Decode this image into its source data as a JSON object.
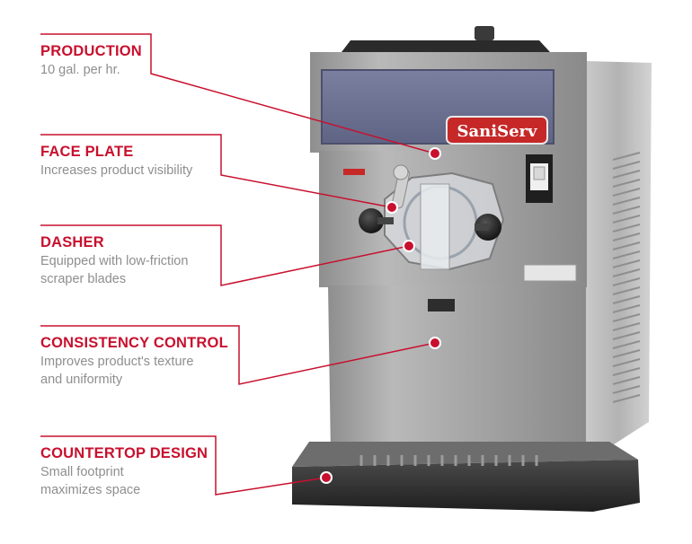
{
  "callouts": [
    {
      "id": "production",
      "title": "PRODUCTION",
      "desc_lines": [
        "10 gal. per hr."
      ]
    },
    {
      "id": "face-plate",
      "title": "FACE PLATE",
      "desc_lines": [
        "Increases product visibility"
      ]
    },
    {
      "id": "dasher",
      "title": "DASHER",
      "desc_lines": [
        "Equipped with low-friction",
        "scraper blades"
      ]
    },
    {
      "id": "consistency-control",
      "title": "CONSISTENCY CONTROL",
      "desc_lines": [
        "Improves product's texture",
        "and uniformity"
      ]
    },
    {
      "id": "countertop-design",
      "title": "COUNTERTOP DESIGN",
      "desc_lines": [
        "Small footprint",
        "maximizes space"
      ]
    }
  ],
  "machine": {
    "brand_logo": "SaniServ"
  },
  "colors": {
    "accent": "#c8102e",
    "callout_text": "#8e8e8e",
    "steel": "#a9a9a9",
    "panel": "#6a6f8f"
  }
}
